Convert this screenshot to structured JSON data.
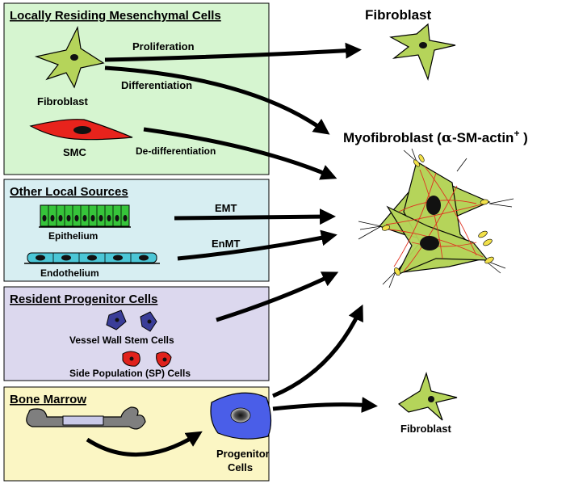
{
  "panels": {
    "mesenchymal": {
      "title": "Locally Residing Mesenchymal Cells",
      "fibroblast_label": "Fibroblast",
      "smc_label": "SMC",
      "proliferation": "Proliferation",
      "differentiation": "Differentiation",
      "dedifferentiation": "De-differentiation"
    },
    "other_local": {
      "title": "Other Local Sources",
      "epithelium": "Epithelium",
      "endothelium": "Endothelium",
      "emt": "EMT",
      "enmt": "EnMT"
    },
    "progenitor": {
      "title": "Resident Progenitor Cells",
      "vessel_wall": "Vessel Wall Stem Cells",
      "side_population": "Side Population (SP) Cells"
    },
    "bone_marrow": {
      "title": "Bone Marrow"
    }
  },
  "right": {
    "fibroblast_top": "Fibroblast",
    "myofibroblast_main": "Myofibroblast (",
    "myofibroblast_alpha": "α",
    "myofibroblast_rest": "-SM-actin",
    "myofibroblast_sup": "+",
    "myofibroblast_close": " )",
    "progenitor_line1": "Progenitor",
    "progenitor_line2": "Cells",
    "fibroblast_bottom": "Fibroblast"
  },
  "colors": {
    "panel_green": "#d6f5d0",
    "panel_blue": "#d7eef2",
    "panel_purple": "#dcd8ee",
    "panel_yellow": "#fbf6c4",
    "cell_green": "#b5d45a",
    "smc_red": "#e8231c",
    "epithelium_green": "#36c43a",
    "endothelium_cyan": "#4bc6d6",
    "stem_blue": "#3a3d98",
    "sp_red": "#e0221c",
    "progenitor_blue": "#4a5ee8",
    "bone_gray": "#7f7f7f"
  }
}
